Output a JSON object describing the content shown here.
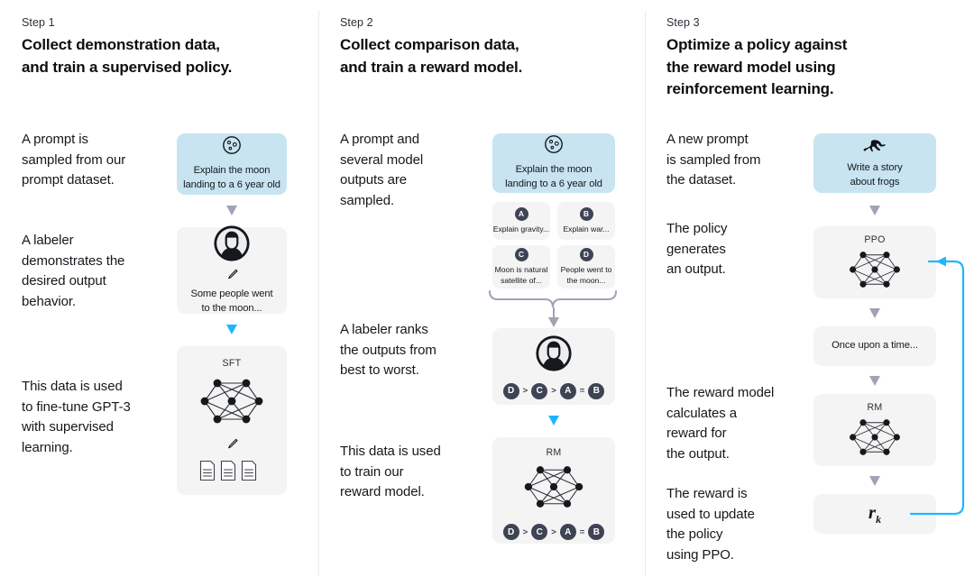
{
  "theme": {
    "background": "#ffffff",
    "prompt_card_bg": "#c7e4f0",
    "model_card_bg": "#f4f4f4",
    "badge_bg": "#3e4454",
    "arrow_grey": "#9fa3b4",
    "arrow_cyan": "#1fb6ff",
    "divider": "#e9e9ea"
  },
  "columns": [
    {
      "step_label": "Step 1",
      "title": "Collect demonstration data,\nand train a supervised policy.",
      "paragraphs": [
        "A prompt is\nsampled from our\nprompt dataset.",
        "A labeler\ndemonstrates the\ndesired output\nbehavior.",
        "This data is used\nto fine-tune GPT-3\nwith supervised\nlearning."
      ],
      "cards": [
        {
          "kind": "prompt",
          "icon": "moon-icon",
          "text": "Explain the moon\nlanding to a 6 year old"
        },
        {
          "kind": "labeler",
          "icon": "person-avatar-icon",
          "sub_icon": "pencil-icon",
          "text": "Some people went\nto the moon..."
        },
        {
          "kind": "model",
          "icon": "neural-network-icon",
          "caption": "SFT",
          "sub_icon": "pencil-icon",
          "extra_icon": "documents-icon"
        }
      ],
      "arrows": [
        "grey",
        "cyan"
      ]
    },
    {
      "step_label": "Step 2",
      "title": "Collect comparison data,\nand train a reward model.",
      "paragraphs": [
        "A prompt and\nseveral model\noutputs are\nsampled.",
        "A labeler ranks\nthe outputs from\nbest to worst.",
        "This data is used\nto train our\nreward model."
      ],
      "cards": [
        {
          "kind": "prompt",
          "icon": "moon-icon",
          "text": "Explain the moon\nlanding to a 6 year old"
        },
        {
          "kind": "labeler",
          "icon": "person-avatar-icon",
          "ranking": [
            "D",
            ">",
            "C",
            ">",
            "A",
            "=",
            "B"
          ]
        },
        {
          "kind": "model",
          "icon": "neural-network-icon",
          "caption": "RM",
          "ranking": [
            "D",
            ">",
            "C",
            ">",
            "A",
            "=",
            "B"
          ]
        }
      ],
      "outputs": [
        {
          "badge": "A",
          "text": "Explain gravity..."
        },
        {
          "badge": "B",
          "text": "Explain war..."
        },
        {
          "badge": "C",
          "text": "Moon is natural\nsatellite of..."
        },
        {
          "badge": "D",
          "text": "People went to\nthe moon..."
        }
      ],
      "arrows": [
        "grey",
        "cyan"
      ]
    },
    {
      "step_label": "Step 3",
      "title": "Optimize a policy against\nthe reward model using\nreinforcement learning.",
      "paragraphs": [
        "A new prompt\nis sampled from\nthe dataset.",
        "The policy\ngenerates\nan output.",
        "The reward model\ncalculates a\nreward for\nthe output.",
        "The reward is\nused to update\nthe policy\nusing PPO."
      ],
      "cards": [
        {
          "kind": "prompt",
          "icon": "frog-icon",
          "text": "Write a story\nabout frogs"
        },
        {
          "kind": "model",
          "icon": "neural-network-icon",
          "caption": "PPO"
        },
        {
          "kind": "text",
          "text": "Once upon a time..."
        },
        {
          "kind": "model",
          "icon": "neural-network-icon",
          "caption": "RM"
        },
        {
          "kind": "reward",
          "symbol": "r",
          "subscript": "k"
        }
      ],
      "arrows": [
        "grey",
        "grey",
        "grey",
        "grey"
      ],
      "feedback_loop": {
        "color": "#1fb6ff",
        "label": "reward-feedback-loop"
      }
    }
  ]
}
